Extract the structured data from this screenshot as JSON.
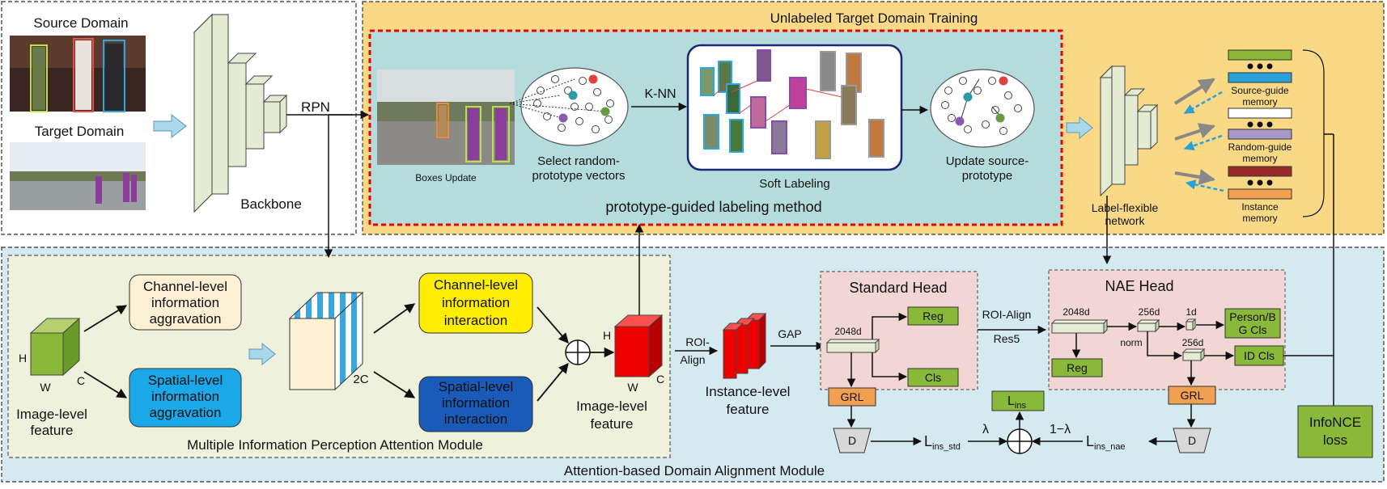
{
  "source_panel": {
    "source_label": "Source Domain",
    "target_label": "Target Domain"
  },
  "backbone": {
    "label": "Backbone",
    "rpn": "RPN"
  },
  "target_training": {
    "title": "Unlabeled Target Domain Training",
    "boxes_update": "Boxes Update",
    "select_line1": "Select random-",
    "select_line2": "prototype vectors",
    "knn": "K-NN",
    "soft_labeling": "Soft Labeling",
    "update_line1": "Update source-",
    "update_line2": "prototype",
    "method": "prototype-guided labeling method"
  },
  "label_flexible": {
    "line1": "Label-flexible",
    "line2": "network",
    "source_guide_1": "Source-guide",
    "source_guide_2": "memory",
    "random_guide_1": "Random-guide",
    "random_guide_2": "memory",
    "instance_1": "Instance",
    "instance_2": "memory"
  },
  "mipam": {
    "title": "Multiple Information Perception Attention Module",
    "h": "H",
    "w": "W",
    "c": "C",
    "two_c": "2C",
    "image_level_1": "Image-level",
    "image_level_2": "feature",
    "channel_aggr": [
      "Channel-level",
      "information",
      "aggravation"
    ],
    "spatial_aggr": [
      "Spatial-level",
      "information",
      "aggravation"
    ],
    "channel_inter": [
      "Channel-level",
      "information",
      "interaction"
    ],
    "spatial_inter": [
      "Spatial-level",
      "information",
      "interaction"
    ],
    "out_h": "H",
    "out_w": "W",
    "out_c": "C",
    "out_image_1": "Image-level",
    "out_image_2": "feature"
  },
  "alignment": {
    "title": "Attention-based Domain Alignment Module",
    "roi_1": "ROI-",
    "roi_2": "Align",
    "instance_1": "Instance-level",
    "instance_2": "feature",
    "gap": "GAP",
    "standard_head": "Standard Head",
    "d2048": "2048d",
    "reg": "Reg",
    "cls": "Cls",
    "grl": "GRL",
    "d": "D",
    "roi_align_res": "ROI-Align",
    "res5": "Res5",
    "nae_head": "NAE Head",
    "nae_2048": "2048d",
    "nae_256": "256d",
    "nae_1d": "1d",
    "nae_norm": "norm",
    "nae_256b": "256d",
    "person_bg_1": "Person/B",
    "person_bg_2": "G Cls",
    "id_cls": "ID Cls",
    "nae_reg": "Reg",
    "nae_grl": "GRL",
    "nae_d": "D",
    "l_ins": "L",
    "l_ins_sub": "ins",
    "l_std": "L",
    "l_std_sub": "ins_std",
    "l_nae": "L",
    "l_nae_sub": "ins_nae",
    "lambda": "λ",
    "one_minus_lambda": "1−λ",
    "infonce_1": "InfoNCE",
    "infonce_2": "loss"
  },
  "colors": {
    "yellow_bg": "#f9d985",
    "green_bg": "#eef1dc",
    "blue_bg": "#d5e9f1",
    "teal_bg": "#b5dcdc",
    "pink_bg": "#f2d6d3",
    "dark_green": "#7fa33a",
    "red": "#ee0000",
    "orange": "#f0a050"
  }
}
